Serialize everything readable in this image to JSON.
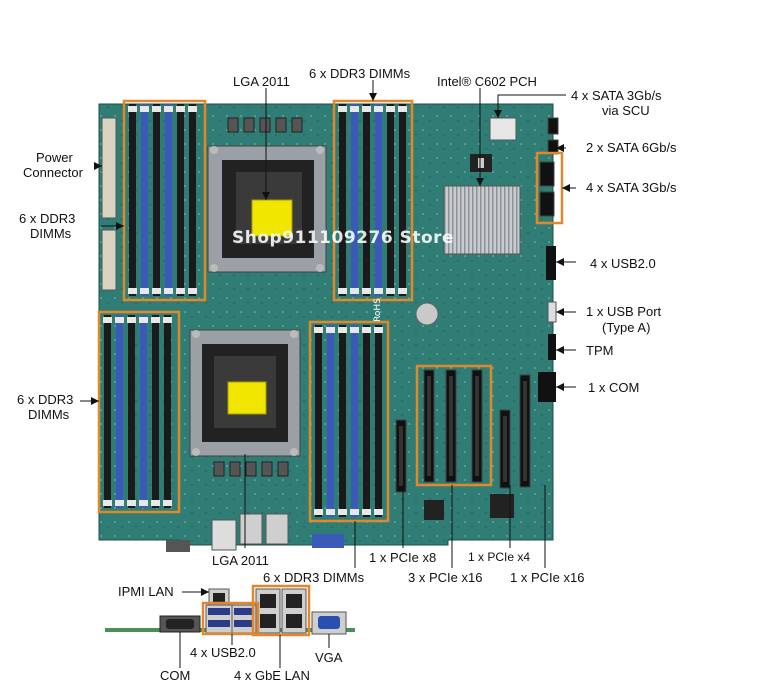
{
  "labels": {
    "lga_top": "LGA 2011",
    "ddr_top_mid": "6 x DDR3 DIMMs",
    "pch": "Intel® C602 PCH",
    "sata_scu_1": "4 x SATA 3Gb/s",
    "sata_scu_2": "via SCU",
    "power_1": "Power",
    "power_2": "Connector",
    "ddr_left_top_1": "6 x DDR3",
    "ddr_left_top_2": "DIMMs",
    "sata6": "2 x SATA 6Gb/s",
    "sata3": "4 x SATA 3Gb/s",
    "usb20_right": "4 x USB2.0",
    "usb_port_1": "1 x USB Port",
    "usb_port_2": "(Type A)",
    "tpm": "TPM",
    "com_right": "1 x COM",
    "ddr_left_bot_1": "6 x DDR3",
    "ddr_left_bot_2": "DIMMs",
    "pcie_x8": "1 x PCIe  x8",
    "pcie_x4": "1 x PCIe x4",
    "lga_bottom": "LGA 2011",
    "ddr_bottom": "6 x DDR3 DIMMs",
    "pcie_3x16": "3 x PCIe  x16",
    "pcie_1x16": "1 x PCIe  x16",
    "ipmi_lan": "IPMI LAN",
    "usb20_io": "4 x USB2.0",
    "gbe_lan": "4 x GbE LAN",
    "com_io": "COM",
    "vga_io": "VGA",
    "watermark": "Shop911109276 Store",
    "rohs": "RoHS"
  },
  "colors": {
    "pcb": "#2f7d74",
    "highlight": "#e0882a",
    "dimm_black": "#1a1a1a",
    "dimm_blue": "#3a59b8",
    "cpu_yellow": "#f0e600"
  }
}
